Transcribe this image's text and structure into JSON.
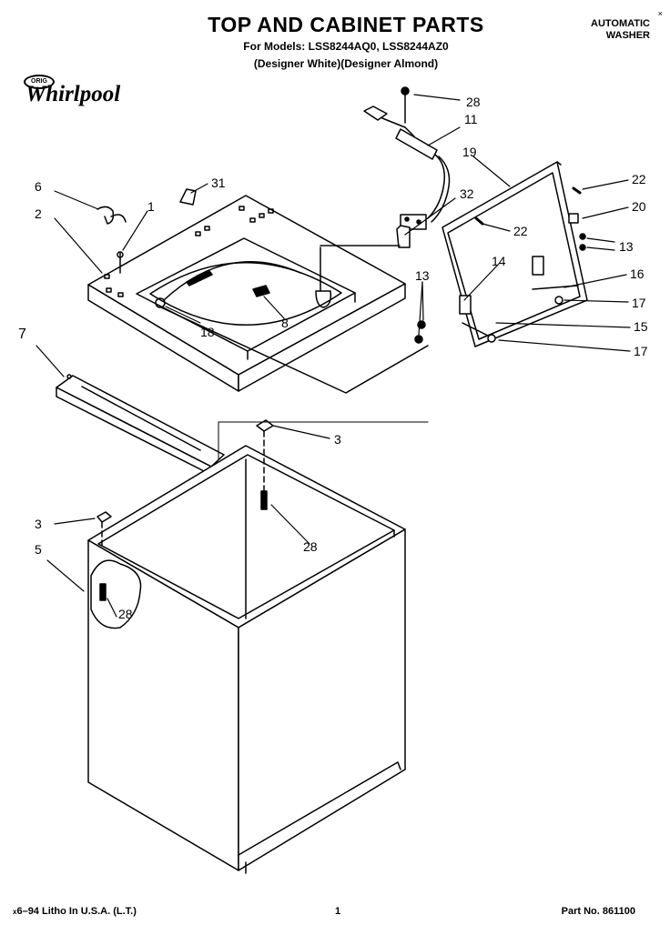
{
  "header": {
    "title": "TOP AND CABINET PARTS",
    "models": "For Models: LSS8244AQ0, LSS8244AZ0",
    "colors": "(Designer White)(Designer Almond)",
    "product_line1": "AUTOMATIC",
    "product_line2": "WASHER",
    "corner_mark": "×"
  },
  "logo": {
    "badge": "ORIG",
    "brand": "Whirlpool"
  },
  "footer": {
    "litho": "6–94 Litho In U.S.A. (L.T.)",
    "litho_prefix": "x",
    "page": "1",
    "part_no": "Part No. 861100"
  },
  "callouts": {
    "c28_top": "28",
    "c11": "11",
    "c19": "19",
    "c22_a": "22",
    "c20": "20",
    "c6": "6",
    "c31": "31",
    "c32": "32",
    "c2": "2",
    "c1": "1",
    "c22_b": "22",
    "c13_a": "13",
    "c14": "14",
    "c16": "16",
    "c13_b": "13",
    "c17_a": "17",
    "c7": "7",
    "c8": "8",
    "c18": "18",
    "c15": "15",
    "c17_b": "17",
    "c3_a": "3",
    "c28_mid": "28",
    "c3_b": "3",
    "c5": "5",
    "c28_low": "28"
  }
}
